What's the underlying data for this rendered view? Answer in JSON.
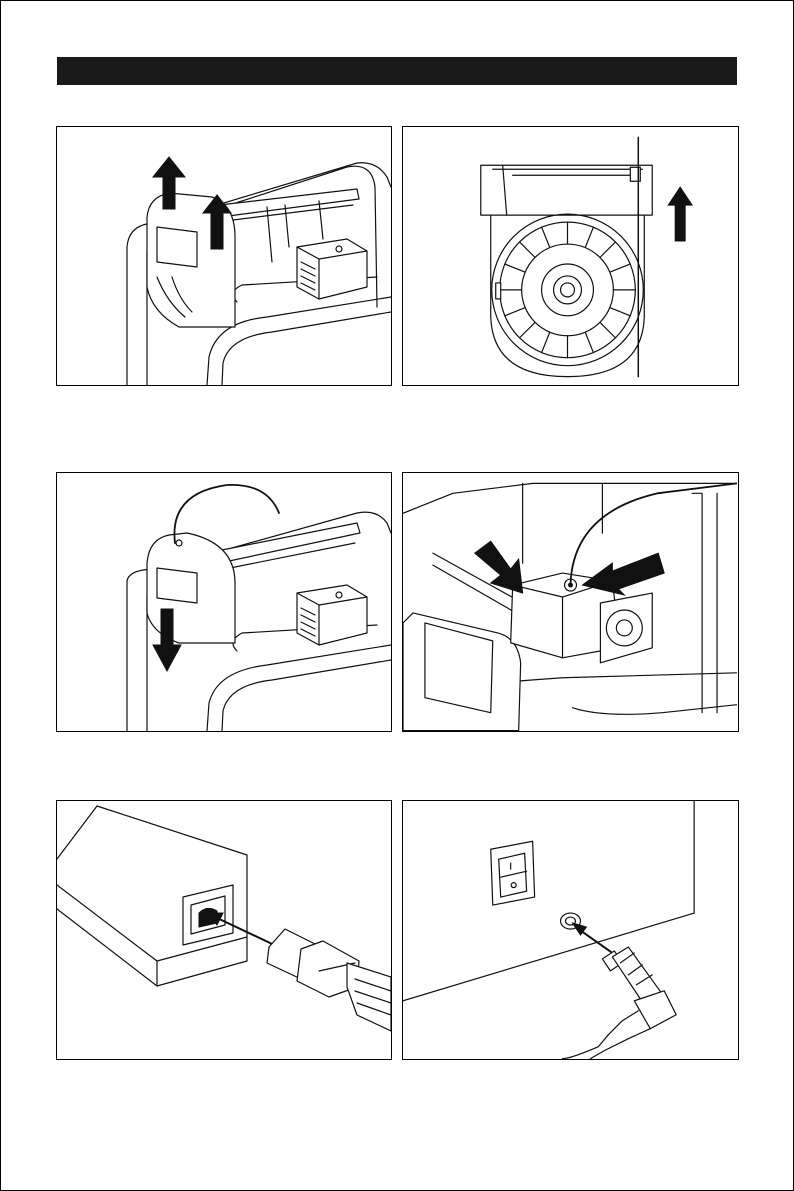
{
  "header": {
    "title": ""
  },
  "panels": [
    {
      "id": "step-1",
      "subject": "lift-spool-holder"
    },
    {
      "id": "step-2",
      "subject": "filament-spool-side"
    },
    {
      "id": "step-3",
      "subject": "feed-filament-lower-cover"
    },
    {
      "id": "step-4",
      "subject": "insert-filament-extruder"
    },
    {
      "id": "step-5",
      "subject": "power-adapter-cord"
    },
    {
      "id": "step-6",
      "subject": "power-jack-connection"
    }
  ],
  "colors": {
    "ink": "#111111",
    "bar": "#1a1a1a",
    "paper": "#ffffff"
  }
}
